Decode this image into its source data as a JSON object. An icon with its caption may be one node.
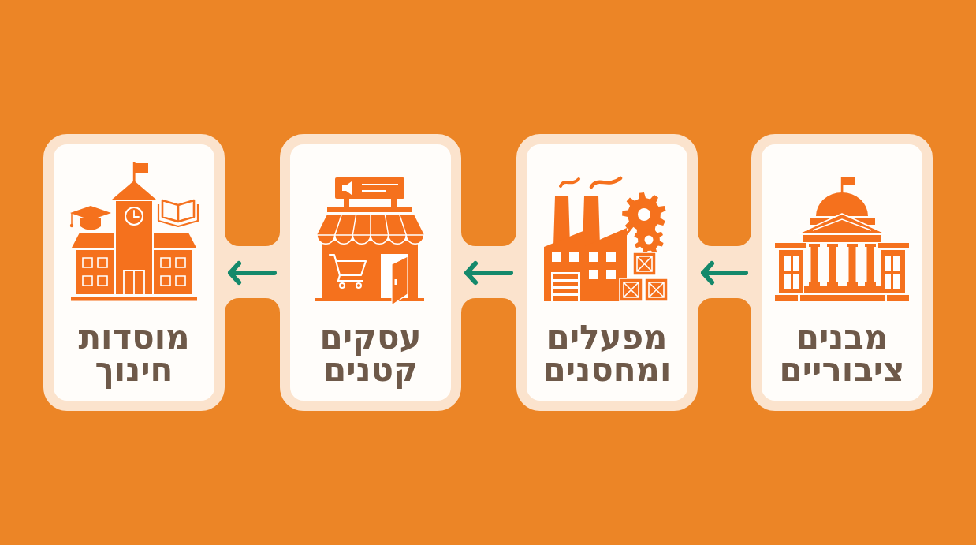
{
  "diagram": {
    "nodes": [
      {
        "text": [
          "מבנים ציבוריים"
        ]
      },
      {
        "text": [
          "מפעלים ומחסנים"
        ]
      },
      {
        "text": [
          "עסקים קטנים"
        ]
      },
      {
        "text": [
          "מוסדות חינוך"
        ]
      }
    ],
    "edges": [
      {
        "from": 0,
        "to": 1,
        "arrow": "to"
      },
      {
        "from": 1,
        "to": 2,
        "arrow": "to"
      },
      {
        "from": 2,
        "to": 3,
        "arrow": "to"
      }
    ]
  }
}
